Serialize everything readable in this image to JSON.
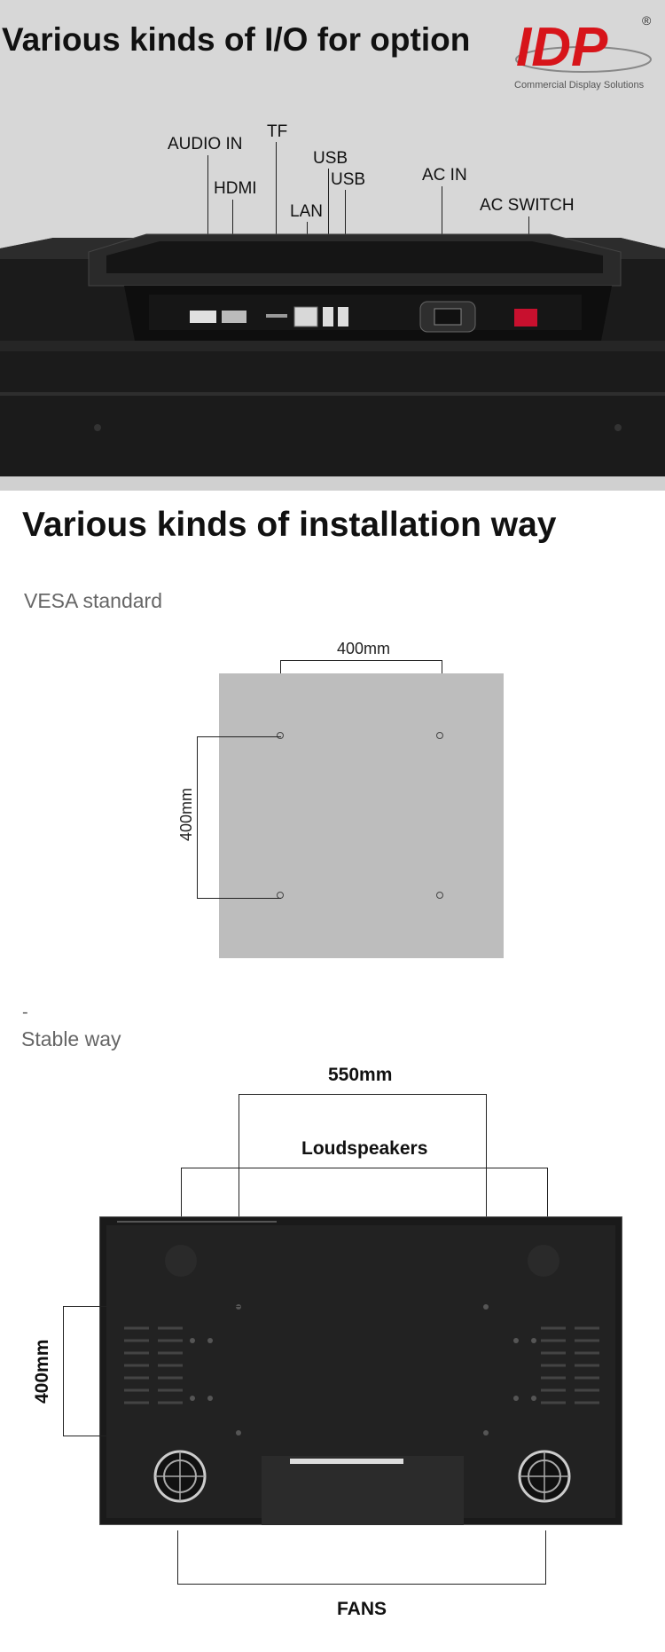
{
  "io_section": {
    "title": "Various kinds of I/O for option",
    "logo": {
      "brand": "IDP",
      "tagline": "Commercial Display Solutions",
      "mark": "®",
      "color": "#d7141a"
    },
    "ports": {
      "audio_in": "AUDIO IN",
      "tf": "TF",
      "usb1": "USB",
      "usb2": "USB",
      "hdmi": "HDMI",
      "lan": "LAN",
      "ac_in": "AC IN",
      "ac_switch": "AC SWITCH"
    }
  },
  "install_section": {
    "title": "Various kinds of installation way",
    "vesa": {
      "label": "VESA standard",
      "width_dim": "400mm",
      "height_dim": "400mm"
    },
    "stable": {
      "dash": "-",
      "label": "Stable way",
      "width_dim": "550mm",
      "height_dim": "400mm",
      "speakers": "Loudspeakers",
      "fans": "FANS"
    }
  }
}
